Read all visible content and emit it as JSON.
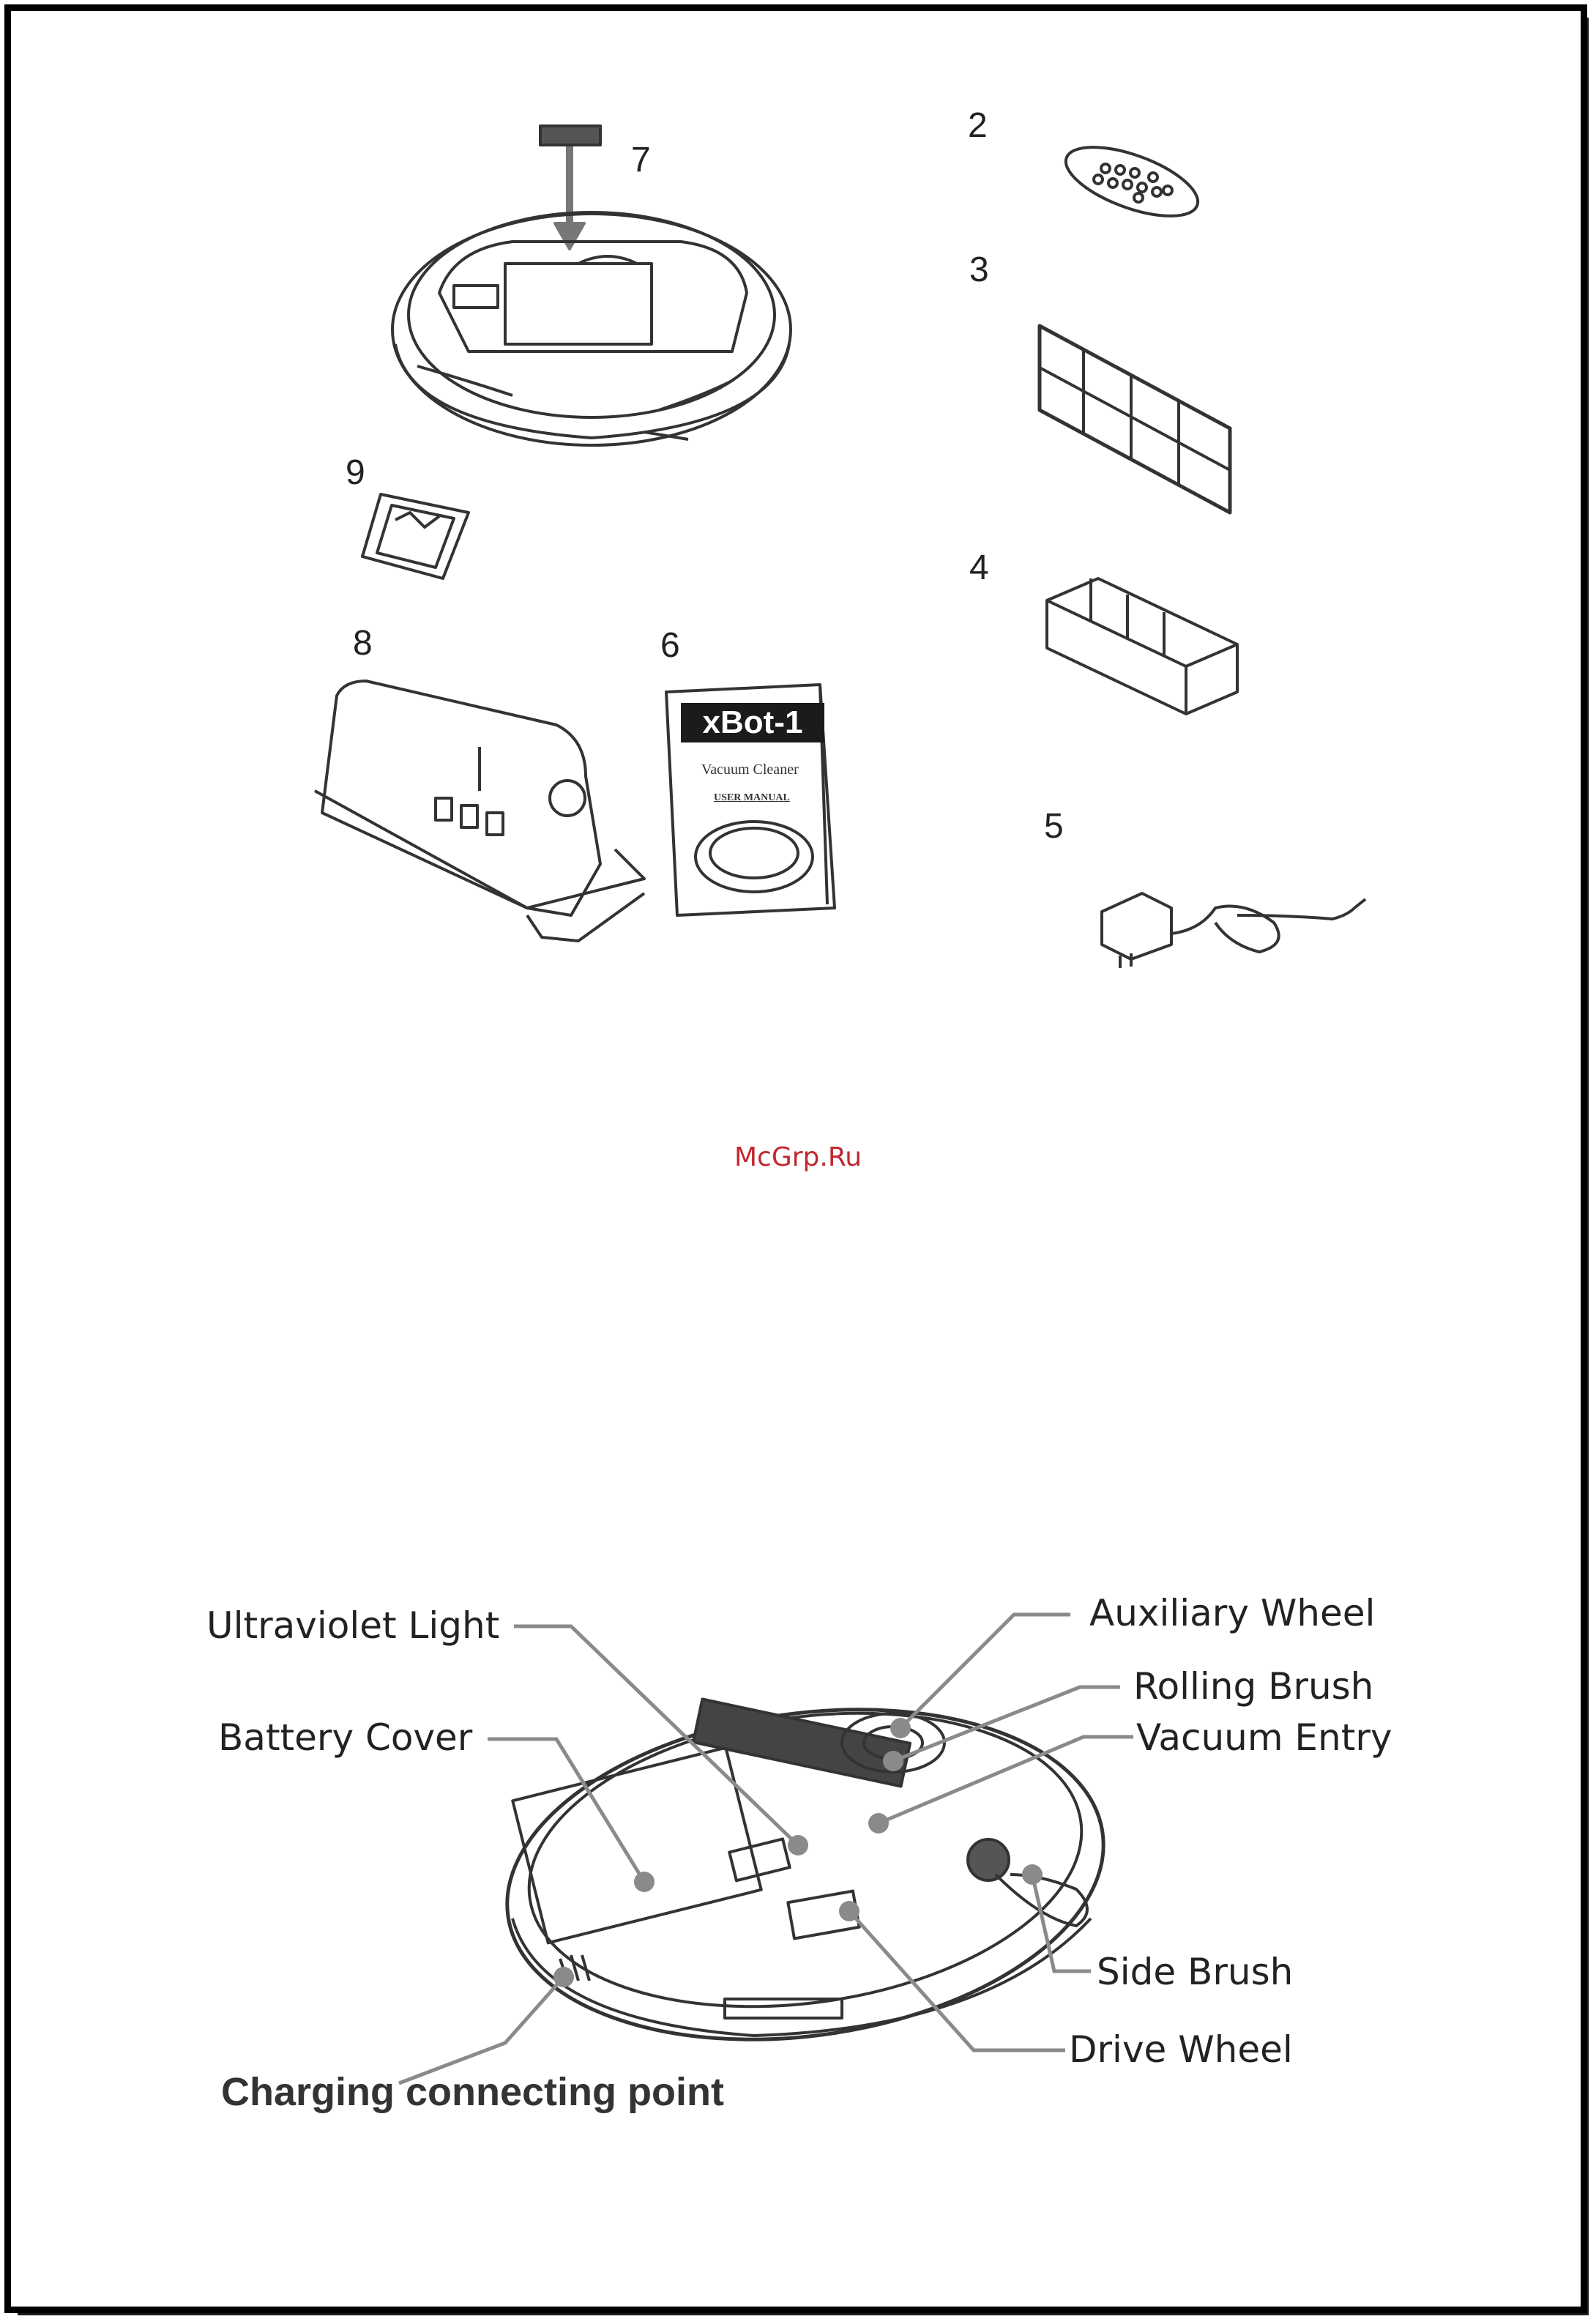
{
  "parts": {
    "n7": "7",
    "n2": "2",
    "n3": "3",
    "n9": "9",
    "n4": "4",
    "n8": "8",
    "n6": "6",
    "n5": "5"
  },
  "manual": {
    "title": "xBot-1",
    "line1": "Vacuum Cleaner",
    "line2": "USER MANUAL"
  },
  "watermark": "McGrp.Ru",
  "callouts": {
    "ultraviolet_light": "Ultraviolet Light",
    "battery_cover": "Battery Cover",
    "auxiliary_wheel": "Auxiliary Wheel",
    "rolling_brush": "Rolling Brush",
    "vacuum_entry": "Vacuum Entry",
    "side_brush": "Side Brush",
    "drive_wheel": "Drive Wheel",
    "charging_point": "Charging connecting point"
  },
  "colors": {
    "border": "#000000",
    "watermark": "#c1272d",
    "leader": "#8a8a8a"
  }
}
